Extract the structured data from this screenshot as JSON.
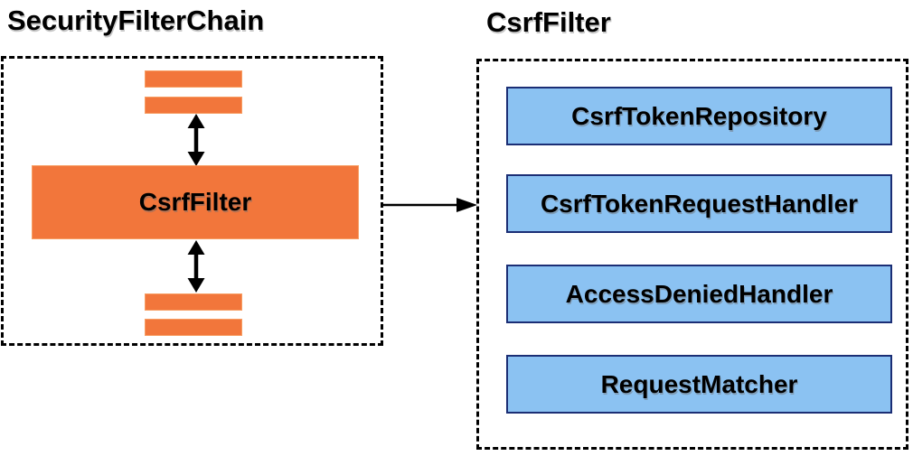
{
  "left_panel": {
    "title": "SecurityFilterChain",
    "filter_box_label": "CsrfFilter"
  },
  "right_panel": {
    "title": "CsrfFilter",
    "components": [
      {
        "label": "CsrfTokenRepository"
      },
      {
        "label": "CsrfTokenRequestHandler"
      },
      {
        "label": "AccessDeniedHandler"
      },
      {
        "label": "RequestMatcher"
      }
    ]
  },
  "icons": {
    "vertical_connector": "double-headed-arrow",
    "panel_connector": "right-arrow"
  },
  "colors": {
    "orange_fill": "#F2763B",
    "orange_border": "#F79E63",
    "blue_fill": "#8BC2F2",
    "blue_border": "#1B2E75",
    "shadow_mid": "#A6A6A6",
    "shadow_light": "#DEDEDE",
    "line": "#000000"
  }
}
